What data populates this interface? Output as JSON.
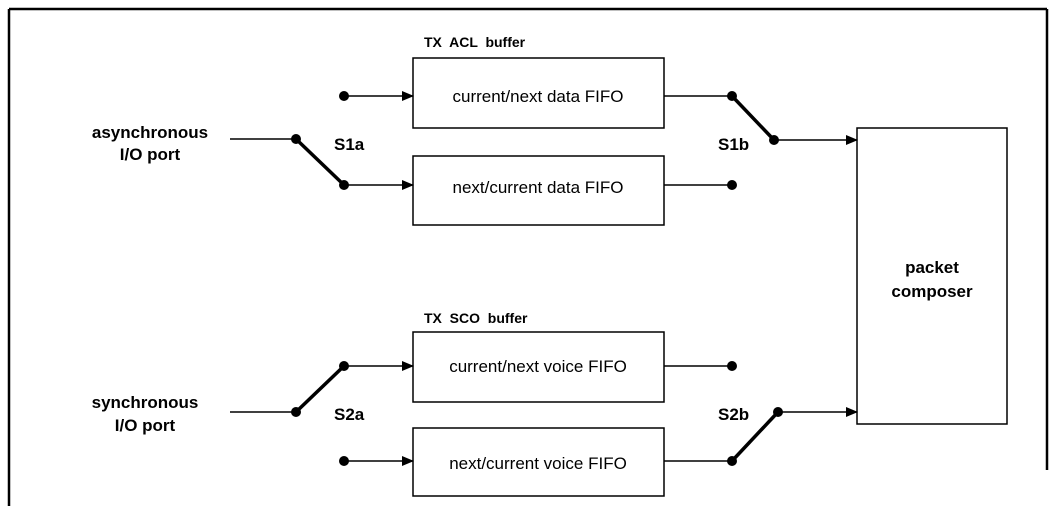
{
  "diagram": {
    "async_port": {
      "line1": "asynchronous",
      "line2": "I/O port"
    },
    "sync_port": {
      "line1": "synchronous",
      "line2": "I/O port"
    },
    "tx_acl_buffer": {
      "label": "TX  ACL  buffer"
    },
    "tx_sco_buffer": {
      "label": "TX  SCO  buffer"
    },
    "fifo_acl_1": {
      "label": "current/next data FIFO"
    },
    "fifo_acl_2": {
      "label": "next/current data FIFO"
    },
    "fifo_sco_1": {
      "label": "current/next voice FIFO"
    },
    "fifo_sco_2": {
      "label": "next/current voice FIFO"
    },
    "switches": {
      "s1a": "S1a",
      "s1b": "S1b",
      "s2a": "S2a",
      "s2b": "S2b"
    },
    "packet_composer": {
      "line1": "packet",
      "line2": "composer"
    }
  }
}
